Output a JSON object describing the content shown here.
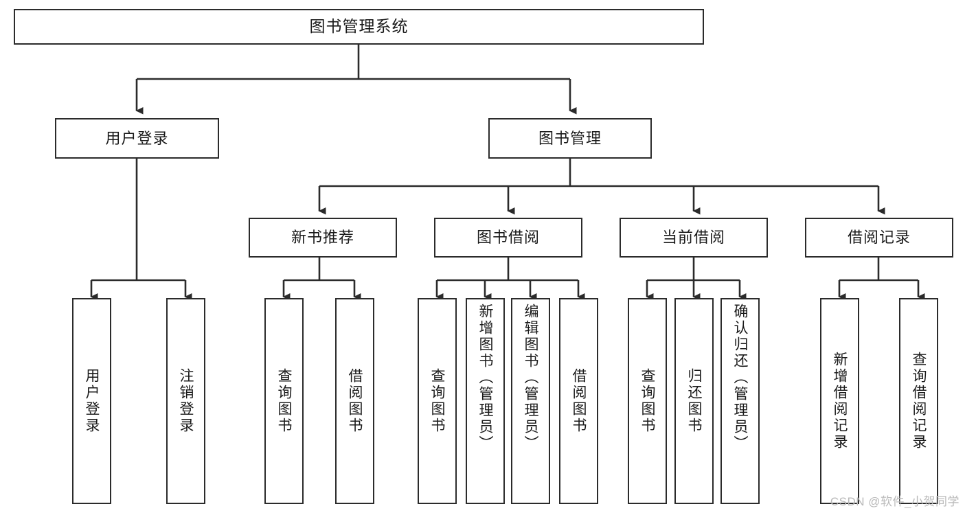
{
  "diagram": {
    "type": "tree-hierarchy",
    "title": "图书管理系统",
    "watermark": "CSDN @软件_小贺同学",
    "colors": {
      "stroke": "#2b2b2b",
      "fill": "#ffffff",
      "text": "#1a1a1a",
      "watermark": "#b9b9b9"
    },
    "nodes": {
      "root": {
        "label": "图书管理系统"
      },
      "level1": [
        {
          "label": "用户登录"
        },
        {
          "label": "图书管理"
        }
      ],
      "level2": [
        {
          "label": "新书推荐"
        },
        {
          "label": "图书借阅"
        },
        {
          "label": "当前借阅"
        },
        {
          "label": "借阅记录"
        }
      ],
      "leaves": {
        "user_login": [
          {
            "label": "用户登录"
          },
          {
            "label": "注销登录"
          }
        ],
        "new_book": [
          {
            "label": "查询图书"
          },
          {
            "label": "借阅图书"
          }
        ],
        "book_borrow": [
          {
            "label": "查询图书"
          },
          {
            "label": "新增图书（管理员）"
          },
          {
            "label": "编辑图书（管理员）"
          },
          {
            "label": "借阅图书"
          }
        ],
        "current_borrow": [
          {
            "label": "查询图书"
          },
          {
            "label": "归还图书"
          },
          {
            "label": "确认归还（管理员）"
          }
        ],
        "borrow_record": [
          {
            "label": "新增借阅记录"
          },
          {
            "label": "查询借阅记录"
          }
        ]
      }
    }
  }
}
